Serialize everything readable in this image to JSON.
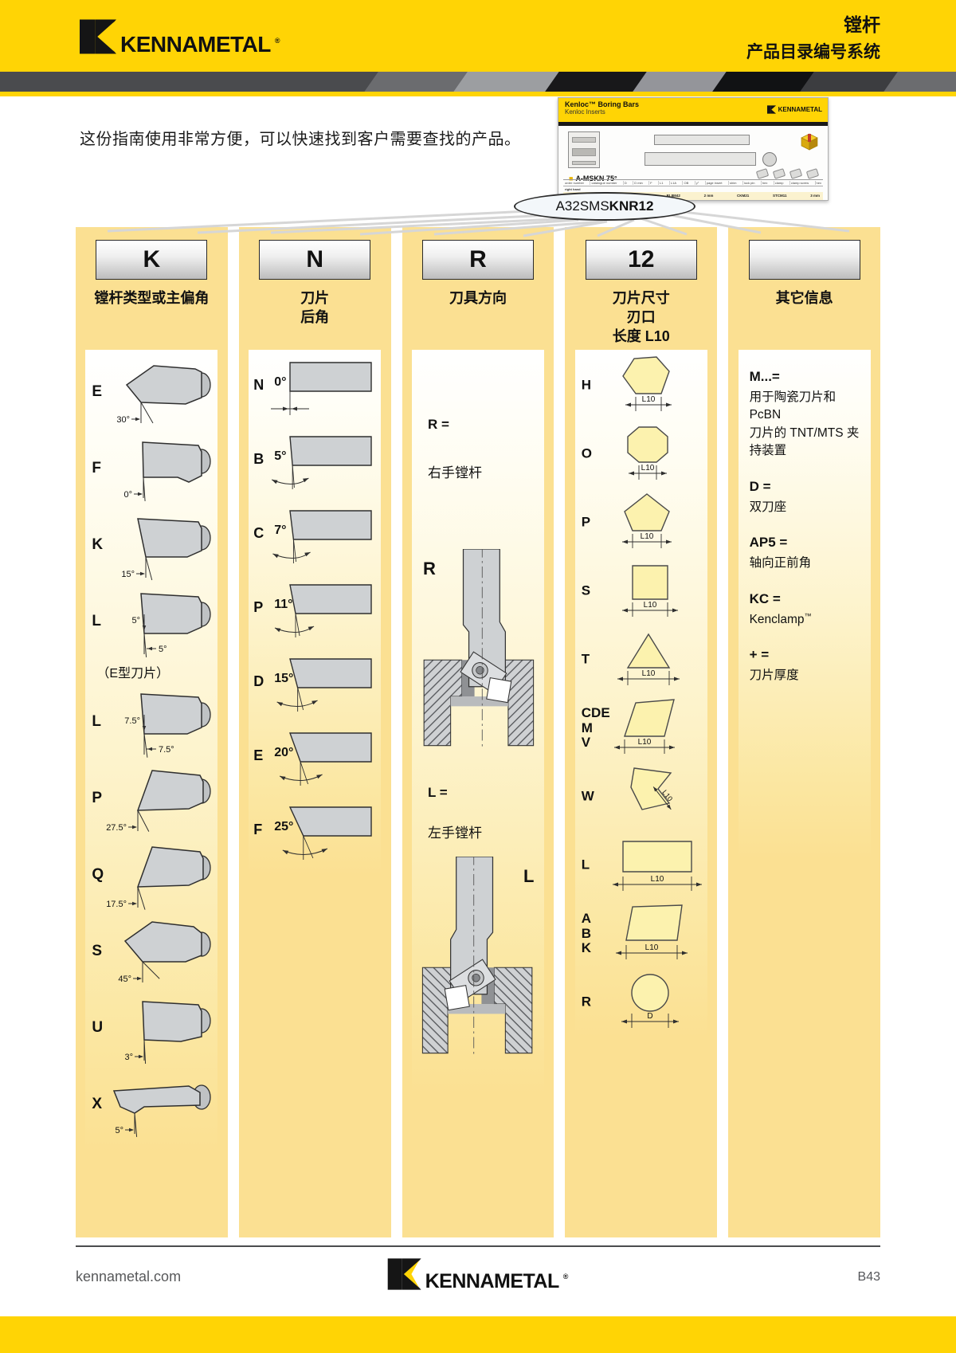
{
  "header": {
    "brand": "KENNAMETAL",
    "reg": "®",
    "title_line1": "镗杆",
    "title_line2": "产品目录编号系统"
  },
  "intro": "这份指南使用非常方便，可以快速找到客户需要查找的产品。",
  "catalog_card": {
    "title": "Kenloc™ Boring Bars",
    "subtitle": "Kenloc Inserts",
    "brand": "KENNAMETAL",
    "product_label": "A-MSKN 75°",
    "table_headers": [
      "order\nnumber",
      "catalogue\nnumber",
      "D",
      "D min",
      "F",
      "L1",
      "L1A",
      "OB",
      "γ°",
      "page\ninsert",
      "shim",
      "lock pin",
      "hex",
      "clamp",
      "clamp\nscrew",
      "hex"
    ],
    "row_label": "right hand",
    "row_values": [
      "-14.2",
      "SN. 120408",
      "–",
      "RL8M42",
      "2 mm",
      "CKM21",
      "STCM11",
      "3 mm"
    ]
  },
  "callout": {
    "code_prefix": "A32SMS",
    "code_bold": "KNR12"
  },
  "columns": [
    {
      "code": "K",
      "label": "镗杆类型或主偏角",
      "items": [
        {
          "letter": "E",
          "shape": "e",
          "angles": [
            "30°"
          ]
        },
        {
          "letter": "F",
          "shape": "f",
          "angles": [
            "0°"
          ]
        },
        {
          "letter": "K",
          "shape": "k",
          "angles": [
            "15°"
          ]
        },
        {
          "letter": "L",
          "shape": "l",
          "angles": [
            "5°",
            "5°"
          ]
        },
        {
          "note": "（E型刀片）"
        },
        {
          "letter": "L",
          "shape": "l",
          "angles": [
            "7.5°",
            "7.5°"
          ]
        },
        {
          "letter": "P",
          "shape": "p",
          "angles": [
            "27.5°"
          ]
        },
        {
          "letter": "Q",
          "shape": "q",
          "angles": [
            "17.5°"
          ]
        },
        {
          "letter": "S",
          "shape": "s",
          "angles": [
            "45°"
          ]
        },
        {
          "letter": "U",
          "shape": "u",
          "angles": [
            "3°"
          ]
        },
        {
          "letter": "X",
          "shape": "x",
          "angles": [
            "5°"
          ]
        }
      ]
    },
    {
      "code": "N",
      "label": "刀片\n后角",
      "items": [
        {
          "letter": "N",
          "angle": "0°",
          "deg": 0
        },
        {
          "letter": "B",
          "angle": "5°",
          "deg": 5
        },
        {
          "letter": "C",
          "angle": "7°",
          "deg": 7
        },
        {
          "letter": "P",
          "angle": "11°",
          "deg": 11
        },
        {
          "letter": "D",
          "angle": "15°",
          "deg": 15
        },
        {
          "letter": "E",
          "angle": "20°",
          "deg": 20
        },
        {
          "letter": "F",
          "angle": "25°",
          "deg": 25
        }
      ]
    },
    {
      "code": "R",
      "label": "刀具方向",
      "sections": [
        {
          "key": "R =",
          "desc": "右手镗杆",
          "diagram_label": "R",
          "mirror": false
        },
        {
          "key": "L =",
          "desc": "左手镗杆",
          "diagram_label": "L",
          "mirror": true
        }
      ]
    },
    {
      "code": "12",
      "label": "刀片尺寸\n刃口\n长度 L10",
      "items": [
        {
          "letters": "H",
          "shape": "hexagon",
          "dim": "L10"
        },
        {
          "letters": "O",
          "shape": "octagon",
          "dim": "L10"
        },
        {
          "letters": "P",
          "shape": "pentagon",
          "dim": "L10"
        },
        {
          "letters": "S",
          "shape": "square",
          "dim": "L10"
        },
        {
          "letters": "T",
          "shape": "triangle",
          "dim": "L10"
        },
        {
          "letters": "CDE\nM\nV",
          "shape": "rhombus",
          "dim": "L10"
        },
        {
          "letters": "W",
          "shape": "trigon",
          "dim": "L10"
        },
        {
          "letters": "L",
          "shape": "rect",
          "dim": "L10"
        },
        {
          "letters": "A\nB\nK",
          "shape": "parallelogram",
          "dim": "L10"
        },
        {
          "letters": "R",
          "shape": "circle",
          "dim": "D"
        }
      ]
    },
    {
      "code": "",
      "label": "其它信息",
      "notes": [
        {
          "key": "M...=",
          "text": "用于陶瓷刀片和 PcBN\n刀片的 TNT/MTS 夹\n持装置"
        },
        {
          "key": "D =",
          "text": "双刀座"
        },
        {
          "key": "AP5 =",
          "text": "轴向正前角"
        },
        {
          "key": "KC =",
          "text": "Kenclamp™"
        },
        {
          "key": "+ =",
          "text": "刀片厚度"
        }
      ]
    }
  ],
  "footer": {
    "site": "kennametal.com",
    "brand": "KENNAMETAL",
    "reg": "®",
    "page": "B43"
  }
}
